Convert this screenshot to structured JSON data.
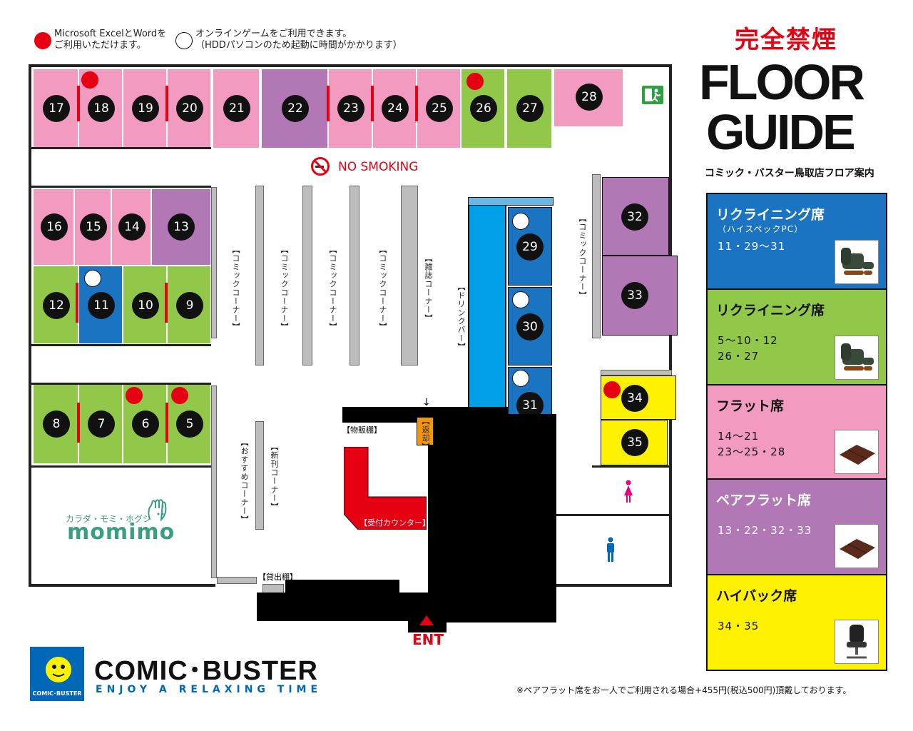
{
  "legend": {
    "red_text_1": "Microsoft ExcelとWordを",
    "red_text_2": "ご利用いただけます。",
    "white_text_1": "オンラインゲームをご利用できます。",
    "white_text_2": "（HDDパソコンのため起動に時間がかかります）"
  },
  "header": {
    "no_smoking_jp": "完全禁煙",
    "title_line1": "FLOOR",
    "title_line2": "GUIDE",
    "subtitle": "コミック・バスター鳥取店フロア案内"
  },
  "map": {
    "no_smoking": "NO SMOKING",
    "seats": [
      "17",
      "18",
      "19",
      "20",
      "21",
      "22",
      "23",
      "24",
      "25",
      "26",
      "27",
      "28",
      "16",
      "15",
      "14",
      "13",
      "12",
      "11",
      "10",
      "9",
      "8",
      "7",
      "6",
      "5",
      "29",
      "30",
      "31",
      "32",
      "33",
      "34",
      "35"
    ],
    "comic_corner": "【コミックコーナー】",
    "magazine_corner": "【雑誌コーナー】",
    "drink_bar": "【ドリンクバー】",
    "recommend_corner": "【おすすめコーナー】",
    "new_corner": "【新刊コーナー】",
    "goods_shelf": "【物販棚】",
    "return": "【返却】",
    "reception": "【受付カウンター】",
    "rental_shelf": "【貸出棚】",
    "entrance": "ENT",
    "momimo_sub": "カラダ・モミ・ホグシ",
    "momimo": "momimo"
  },
  "guide": [
    {
      "title": "リクライニング席",
      "sub": "（ハイスペックPC）",
      "seats": "11・29〜31",
      "color": "#1b74c1",
      "text_color": "#ffffff",
      "icon": "recliner-chair-icon"
    },
    {
      "title": "リクライニング席",
      "sub": "",
      "seats": "5〜10・12",
      "seats2": "26・27",
      "color": "#92c84a",
      "text_color": "#111111",
      "icon": "recliner-chair-icon"
    },
    {
      "title": "フラット席",
      "sub": "",
      "seats": "14〜21",
      "seats2": "23〜25・28",
      "color": "#f29ac0",
      "text_color": "#111111",
      "icon": "flat-mat-icon"
    },
    {
      "title": "ペアフラット席",
      "sub": "",
      "seats": "13・22・32・33",
      "color": "#b278b5",
      "text_color": "#ffffff",
      "icon": "flat-mat-icon"
    },
    {
      "title": "ハイバック席",
      "sub": "",
      "seats": "34・35",
      "color": "#fff200",
      "text_color": "#111111",
      "icon": "office-chair-icon"
    }
  ],
  "footer": {
    "brand": "COMIC･BUSTER",
    "tagline": "ENJOY A RELAXING TIME",
    "logo_text": "COMIC･BUSTER",
    "note": "※ペアフラット席をお一人でご利用される場合+455円(税込500円)頂戴しております。"
  }
}
